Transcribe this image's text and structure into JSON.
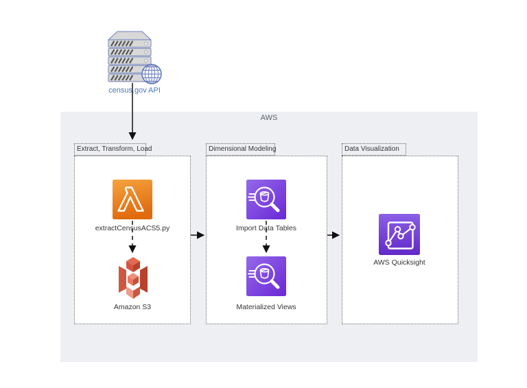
{
  "diagram": {
    "external_source": {
      "label": "census.gov API",
      "icon": "server-globe-icon",
      "label_color": "#4677C2"
    },
    "aws_group": {
      "label": "AWS",
      "fill": "#edeff2"
    },
    "groups": [
      {
        "label": "Extract, Transform, Load",
        "nodes": [
          {
            "label": "extractCensusACS5.py",
            "icon": "aws-lambda-icon",
            "color": "#E8730F"
          },
          {
            "label": "Amazon S3",
            "icon": "amazon-s3-icon",
            "color": "#D8523C"
          }
        ]
      },
      {
        "label": "Dimensional Modeling",
        "nodes": [
          {
            "label": "Import Data Tables",
            "icon": "redshift-query-icon",
            "color": "#7B3FE0"
          },
          {
            "label": "Materialized Views",
            "icon": "redshift-query-icon",
            "color": "#7B3FE0"
          }
        ]
      },
      {
        "label": "Data Visualization",
        "nodes": [
          {
            "label": "AWS Quicksight",
            "icon": "aws-quicksight-icon",
            "color": "#7B3FE0"
          }
        ]
      }
    ],
    "connections": [
      {
        "from": "census.gov API",
        "to": "Extract, Transform, Load",
        "style": "solid"
      },
      {
        "from": "extractCensusACS5.py",
        "to": "Amazon S3",
        "style": "dashed"
      },
      {
        "from": "Extract, Transform, Load",
        "to": "Dimensional Modeling",
        "style": "solid"
      },
      {
        "from": "Import Data Tables",
        "to": "Materialized Views",
        "style": "dashed"
      },
      {
        "from": "Dimensional Modeling",
        "to": "Data Visualization",
        "style": "solid"
      }
    ]
  }
}
